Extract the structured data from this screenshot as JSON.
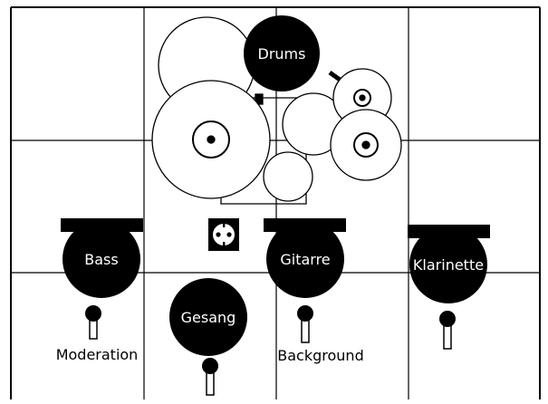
{
  "diagram": {
    "members": {
      "drums": "Drums",
      "bass": "Bass",
      "guitar": "Gitarre",
      "clarinet": "Klarinette",
      "vocals": "Gesang"
    },
    "microphones": {
      "moderation": "Moderation",
      "background": "Background"
    },
    "icons": {
      "power_outlet": "power-outlet-icon",
      "microphone": "microphone-icon",
      "monitor": "monitor-wedge-icon"
    },
    "colors": {
      "ink": "#000000",
      "paper": "#ffffff",
      "grid": "#000000"
    }
  }
}
